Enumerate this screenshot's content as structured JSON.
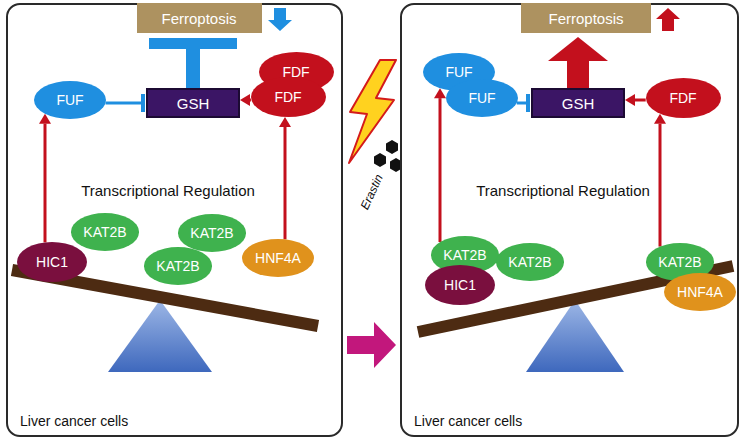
{
  "diagram": {
    "nodes": [
      {
        "text": [
          "Liver cancer cells"
        ]
      },
      {
        "text": [
          "Ferroptosis"
        ],
        "in": 0
      },
      {
        "text": [
          "FUF"
        ],
        "in": 0
      },
      {
        "text": [
          "GSH"
        ],
        "in": 0
      },
      {
        "text": [
          "FDF"
        ],
        "in": 0
      },
      {
        "text": [
          "FDF"
        ],
        "in": 0
      },
      {
        "text": [
          "HIC1"
        ],
        "in": 0
      },
      {
        "text": [
          "KAT2B"
        ],
        "in": 0
      },
      {
        "text": [
          "KAT2B"
        ],
        "in": 0
      },
      {
        "text": [
          "KAT2B"
        ],
        "in": 0
      },
      {
        "text": [
          "HNF4A"
        ],
        "in": 0
      },
      {
        "text": [
          "Liver cancer cells"
        ]
      },
      {
        "text": [
          "Ferroptosis"
        ],
        "in": 11
      },
      {
        "text": [
          "FUF"
        ],
        "in": 11
      },
      {
        "text": [
          "FUF"
        ],
        "in": 11
      },
      {
        "text": [
          "GSH"
        ],
        "in": 11
      },
      {
        "text": [
          "FDF"
        ],
        "in": 11
      },
      {
        "text": [
          "KAT2B"
        ],
        "in": 11
      },
      {
        "text": [
          "KAT2B"
        ],
        "in": 11
      },
      {
        "text": [
          "HIC1"
        ],
        "in": 11
      },
      {
        "text": [
          "KAT2B"
        ],
        "in": 11
      },
      {
        "text": [
          "HNF4A"
        ],
        "in": 11
      }
    ],
    "edges": [
      {
        "from": 2,
        "to": 3,
        "arrow": "to"
      },
      {
        "from": 5,
        "to": 3,
        "arrow": "to"
      },
      {
        "from": 3,
        "to": 1,
        "arrow": "to"
      },
      {
        "from": 6,
        "to": 2,
        "arrow": "to"
      },
      {
        "from": 10,
        "to": 5,
        "arrow": "to"
      },
      {
        "from": 0,
        "to": 11,
        "arrow": "to"
      },
      {
        "from": 14,
        "to": 15,
        "arrow": "to"
      },
      {
        "from": 16,
        "to": 15,
        "arrow": "to"
      },
      {
        "from": 15,
        "to": 12,
        "arrow": "to"
      },
      {
        "from": 17,
        "to": 13,
        "arrow": "to"
      },
      {
        "from": 20,
        "to": 16,
        "arrow": "to"
      }
    ],
    "labels": [
      "Transcriptional Regulation",
      "Transcriptional Regulation",
      "Erastin"
    ]
  }
}
